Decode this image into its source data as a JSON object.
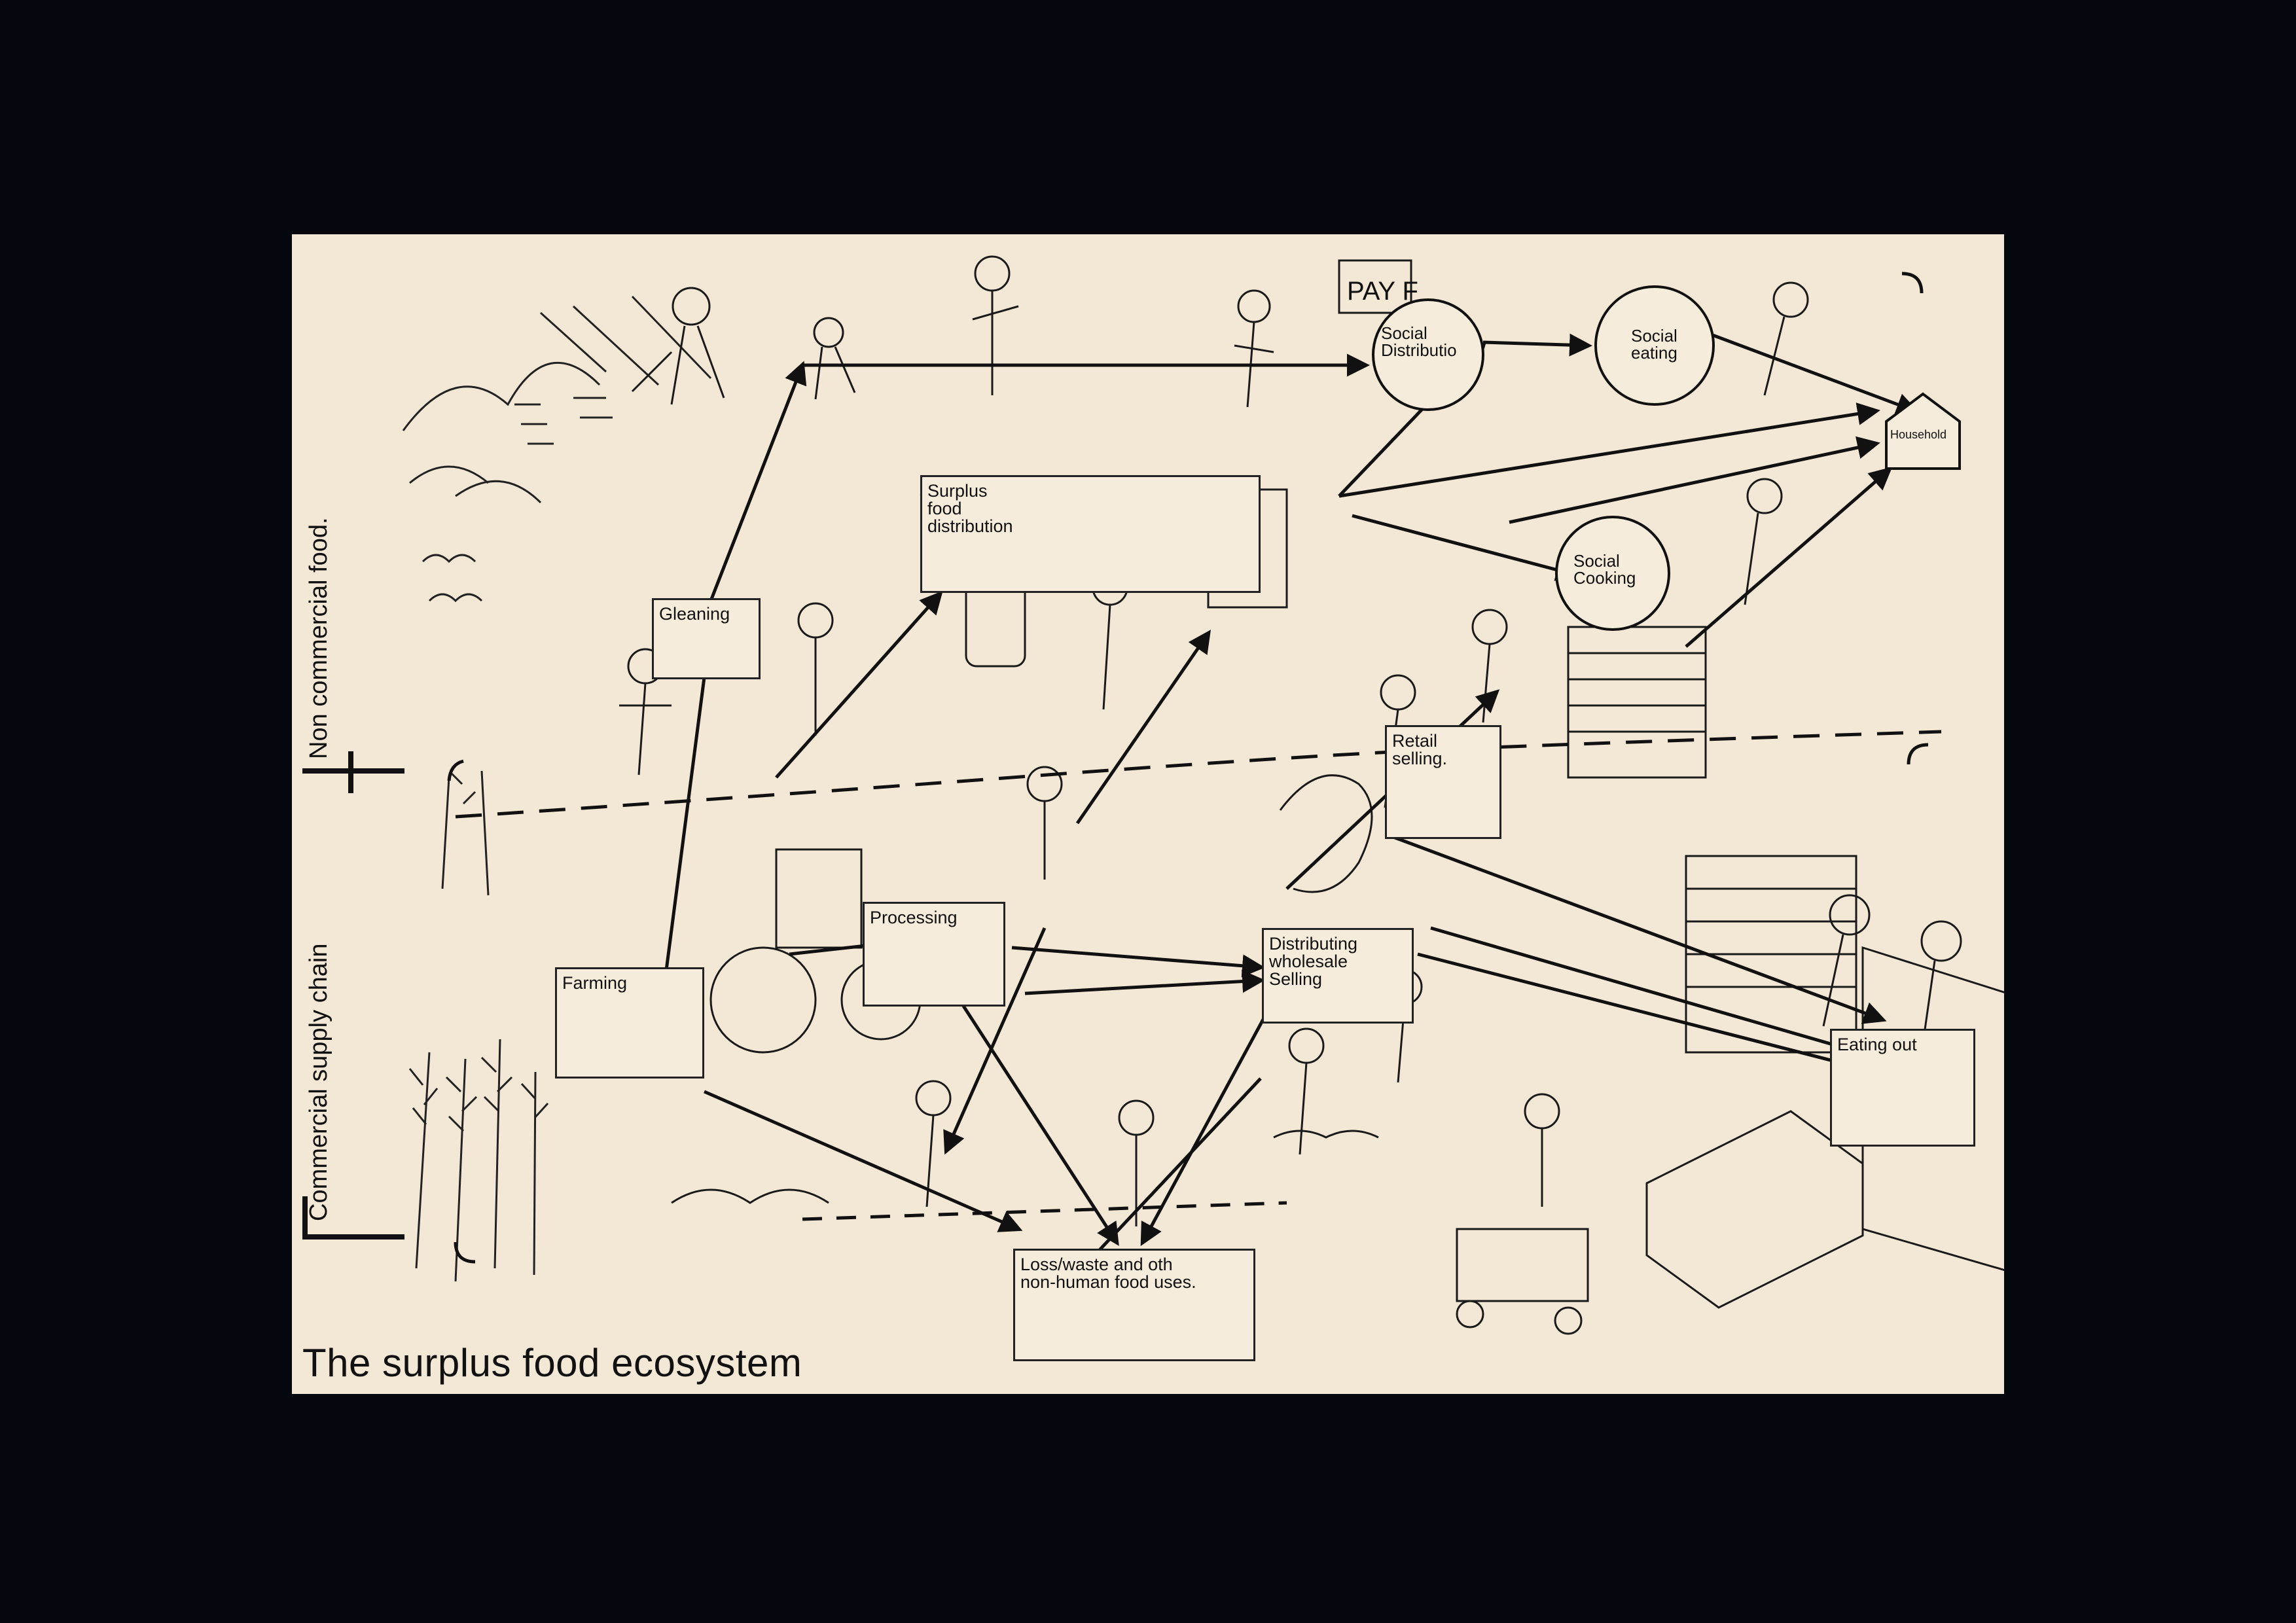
{
  "title": "The surplus food ecosystem",
  "side_labels": {
    "top": "Non commercial food.",
    "bottom": "Commercial supply chain"
  },
  "nodes": {
    "gleaning": "Gleaning",
    "surplus_distribution": "Surplus\nfood\ndistribution",
    "social_distribution": "Social\nDistributio",
    "social_eating": "Social\neating",
    "household": "Household",
    "social_cooking": "Social\nCooking",
    "retail_selling": "Retail\nselling.",
    "processing": "Processing",
    "farming": "Farming",
    "distributing_wholesale": "Distributing\nwholesale\nSelling",
    "eating_out": "Eating out",
    "loss_waste": "Loss/waste and oth\nnon-human food uses."
  },
  "signage": "PAY F"
}
